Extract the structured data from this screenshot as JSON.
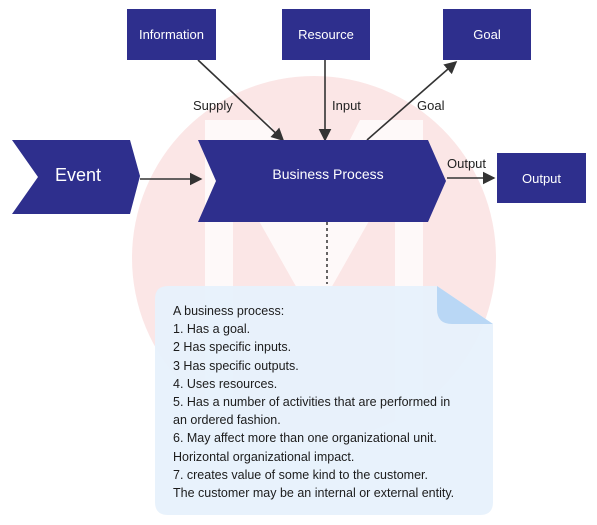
{
  "top_boxes": [
    {
      "label": "Information",
      "color": "#2e2f8d"
    },
    {
      "label": "Resource",
      "color": "#2e2f8d"
    },
    {
      "label": "Goal",
      "color": "#2e2f8d"
    }
  ],
  "event": {
    "label": "Event"
  },
  "process": {
    "label": "Business Process"
  },
  "output_box": {
    "label": "Output"
  },
  "edge_labels": {
    "supply": "Supply",
    "input": "Input",
    "goal": "Goal",
    "output": "Output"
  },
  "note": {
    "lines": [
      "A business process:",
      "1. Has a goal.",
      "2 Has specific inputs.",
      "3 Has specific outputs.",
      "4. Uses resources.",
      "5. Has a number of activities that are performed in",
      "an ordered fashion.",
      "6. May affect more than one organizational unit.",
      "Horizontal organizational impact.",
      "7. creates value of some kind to the customer.",
      "The customer may be an internal or external entity."
    ],
    "background": "#e6f1fc",
    "fold_color": "#b9d7f5"
  },
  "colors": {
    "shape": "#2e2f8d",
    "watermark": "#fbe6e6",
    "arrow": "#333333"
  }
}
